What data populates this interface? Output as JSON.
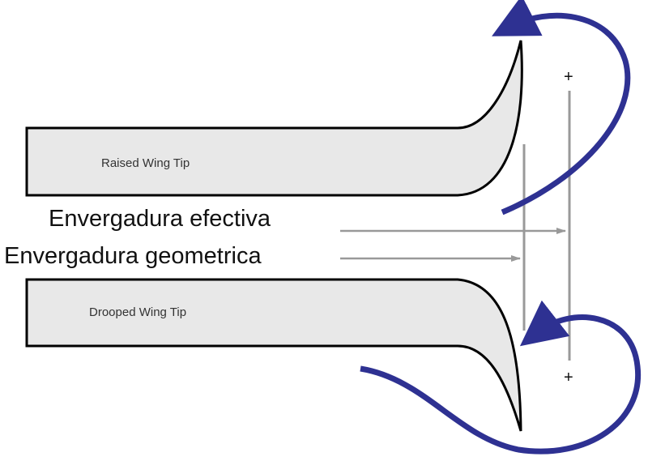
{
  "labels": {
    "raised": "Raised Wing Tip",
    "drooped": "Drooped Wing Tip",
    "effective_span": "Envergadura efectiva",
    "geometric_span": "Envergadura geometrica",
    "plus_top": "+",
    "plus_bottom": "+"
  },
  "colors": {
    "vortex": "#2e3192",
    "wing_fill": "#e8e8e8",
    "guide": "#999999"
  }
}
